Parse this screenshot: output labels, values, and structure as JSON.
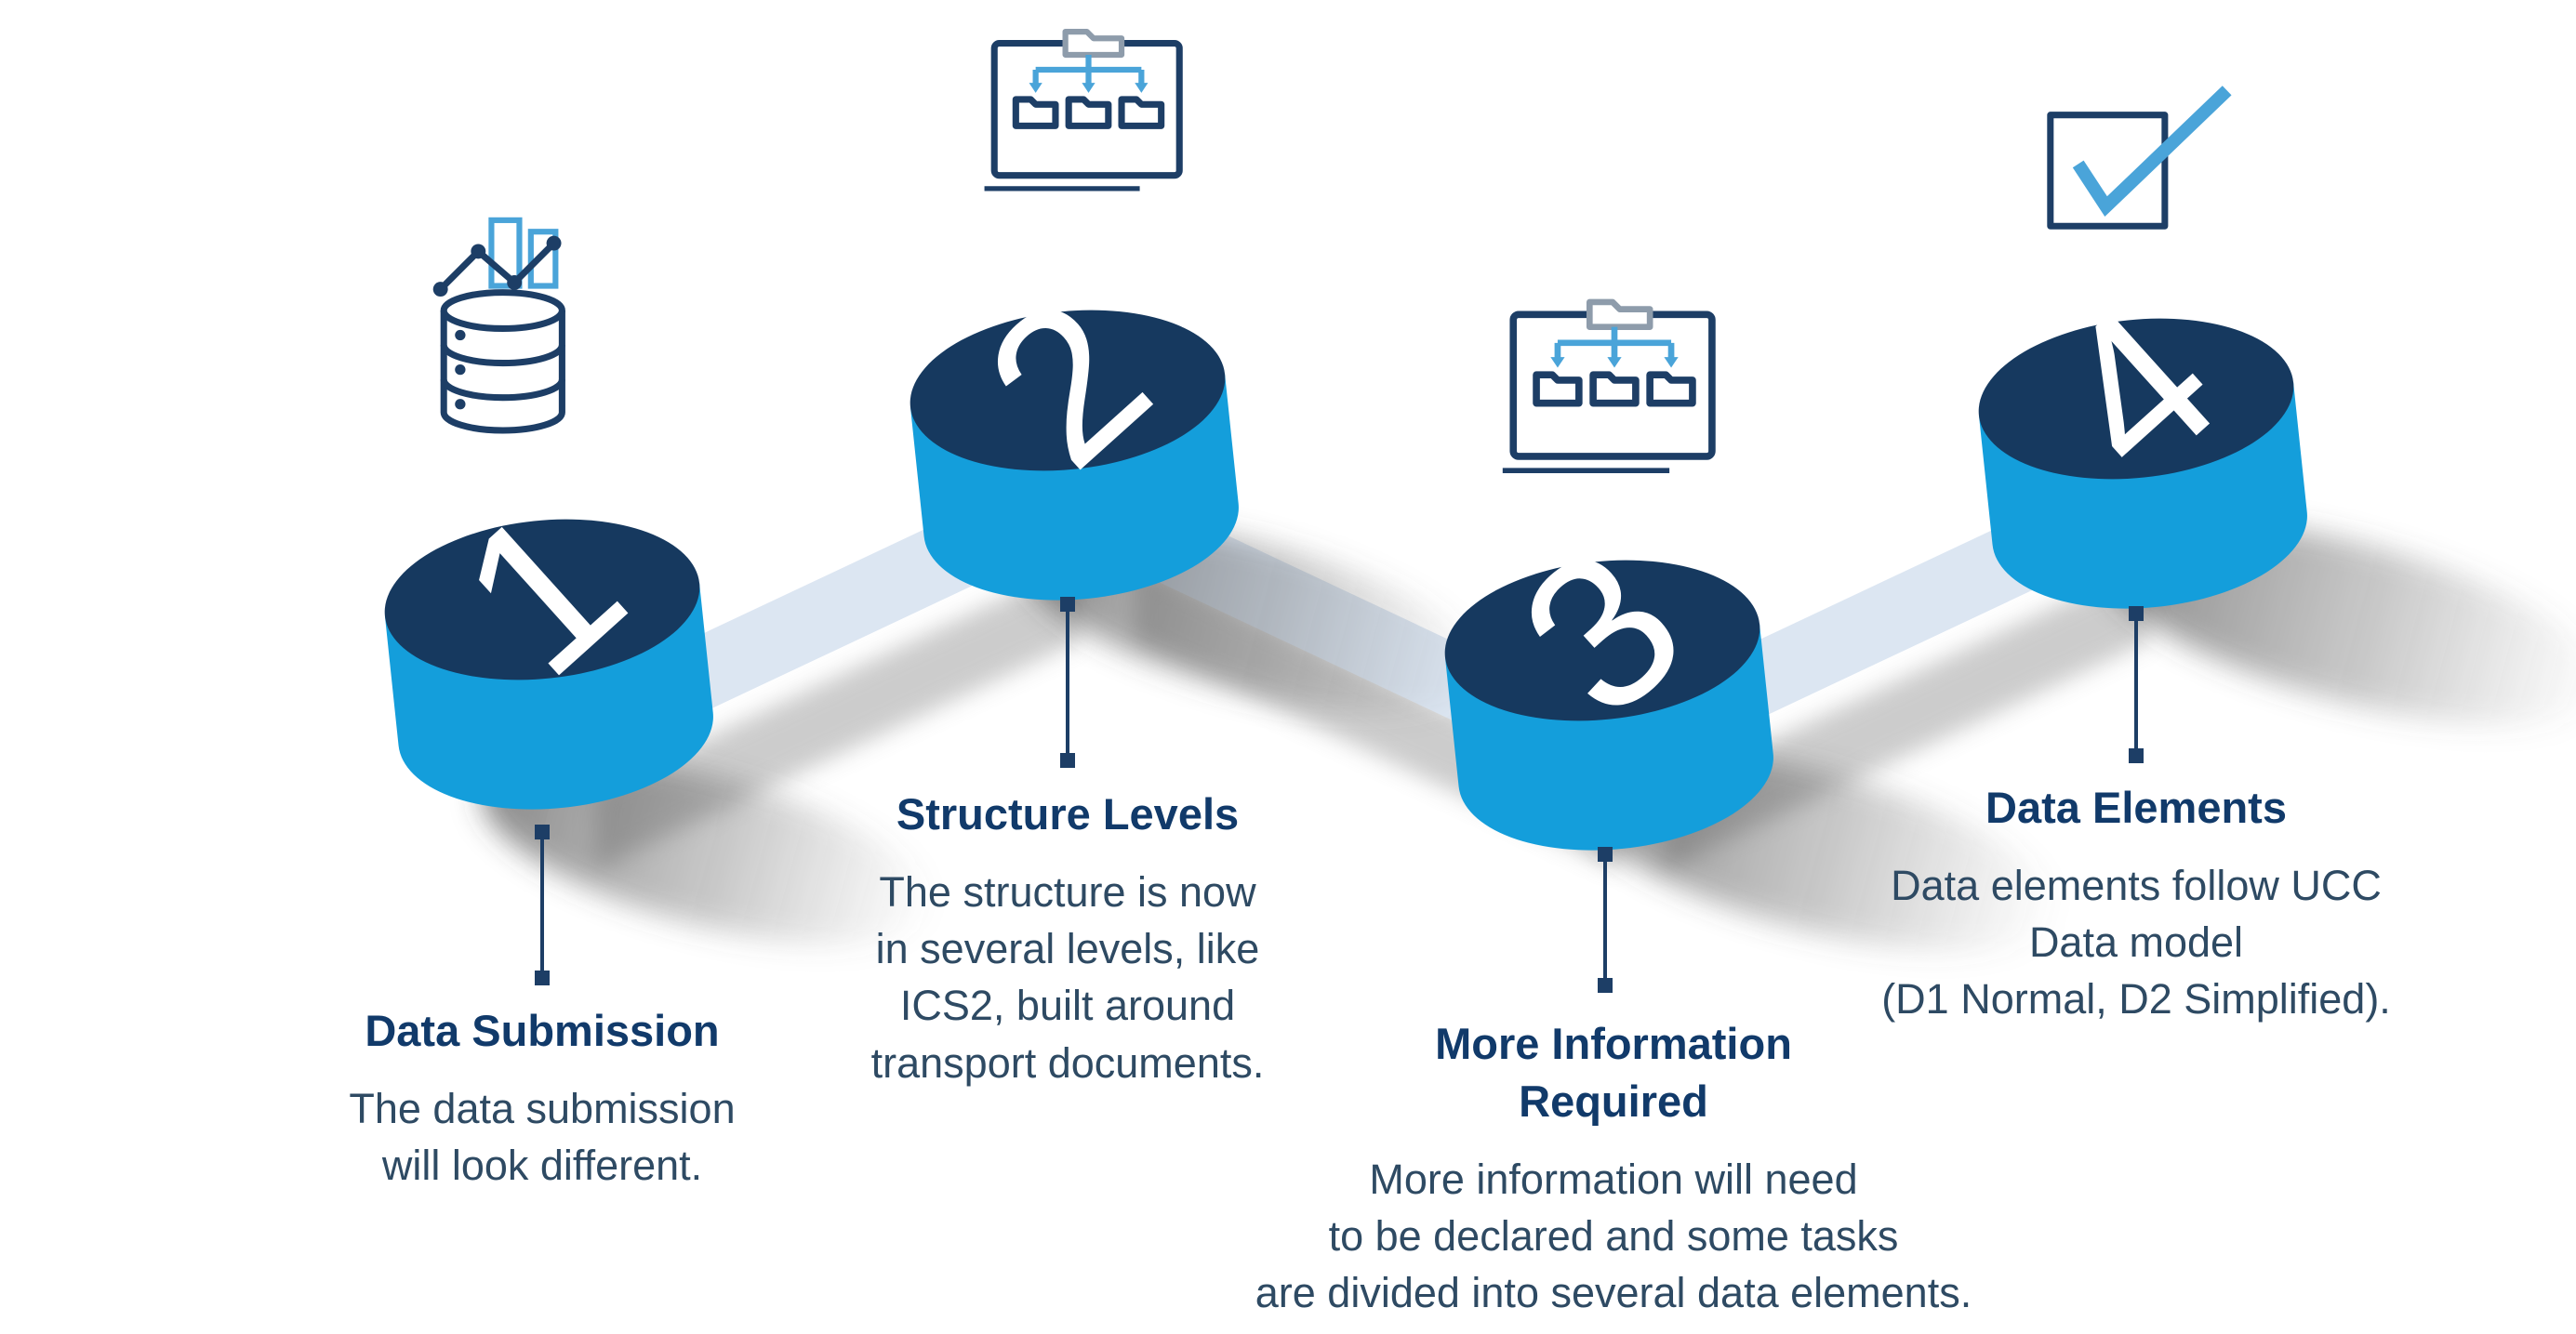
{
  "colors": {
    "cylinder-top": "#16395f",
    "cylinder-side": "#149edb",
    "connector-band": "#dce6f2",
    "icon-navy": "#1d3e66",
    "icon-blue": "#4aa4d9",
    "icon-gray": "#8e9cab",
    "heading": "#113a6a",
    "body-text": "#2e4a63",
    "number": "#ffffff",
    "shadow": "#5a5a5a"
  },
  "steps": [
    {
      "number": "1",
      "icon": "database-chart-icon",
      "title": "Data Submission",
      "description": "The data submission\nwill look different."
    },
    {
      "number": "2",
      "icon": "folder-hierarchy-icon",
      "title": "Structure Levels",
      "description": "The structure is now\nin several levels, like\nICS2, built around\ntransport documents."
    },
    {
      "number": "3",
      "icon": "folder-hierarchy-icon",
      "title": "More Information\nRequired",
      "description": "More information will need\nto be declared and some tasks\nare divided into several data elements."
    },
    {
      "number": "4",
      "icon": "checkmark-box-icon",
      "title": "Data Elements",
      "description": "Data elements follow UCC\nData model\n(D1 Normal, D2 Simplified)."
    }
  ]
}
